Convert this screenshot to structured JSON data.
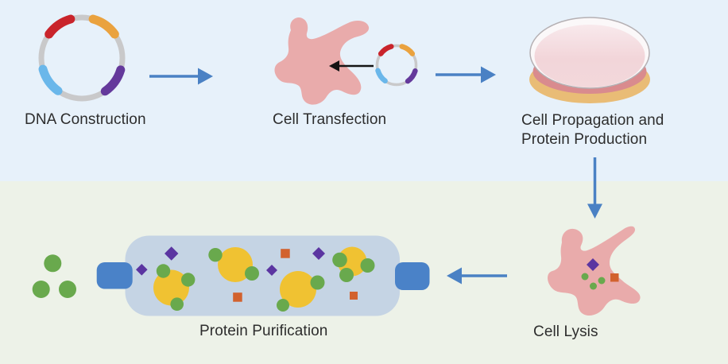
{
  "colors": {
    "bg_top": "#e7f1fa",
    "bg_bottom": "#edf2e8",
    "arrow_blue": "#4a81c4",
    "arrow_black": "#141414",
    "cell_pink": "#e9abab",
    "plasmid_ring": "#c9c9ca",
    "segment_red": "#c9242b",
    "segment_orange": "#eaa23e",
    "segment_purple": "#64399b",
    "segment_blue": "#6ab7ea",
    "dish_base": "#e9bc76",
    "dish_rim": "#d98b8e",
    "dish_glass": "#fbf8f9",
    "dish_outline": "#b5b0b3",
    "dish_media": "#f2d5d9",
    "dish_media_light": "#f8e9ec",
    "column_body": "#c5d4e4",
    "column_cap": "#4a82c8",
    "protein_yellow": "#f0c232",
    "protein_green": "#69a94d",
    "protein_purple": "#5b35a1",
    "protein_orange": "#d2622e",
    "label": "#2d2d2d"
  },
  "steps": [
    {
      "id": "dna-construction",
      "label": "DNA Construction"
    },
    {
      "id": "cell-transfection",
      "label": "Cell Transfection"
    },
    {
      "id": "cell-propagation-and-protein-production",
      "label_lines": [
        "Cell Propagation and",
        "Protein Production"
      ]
    },
    {
      "id": "cell-lysis",
      "label": "Cell Lysis"
    },
    {
      "id": "protein-purification",
      "label": "Protein Purification"
    }
  ]
}
